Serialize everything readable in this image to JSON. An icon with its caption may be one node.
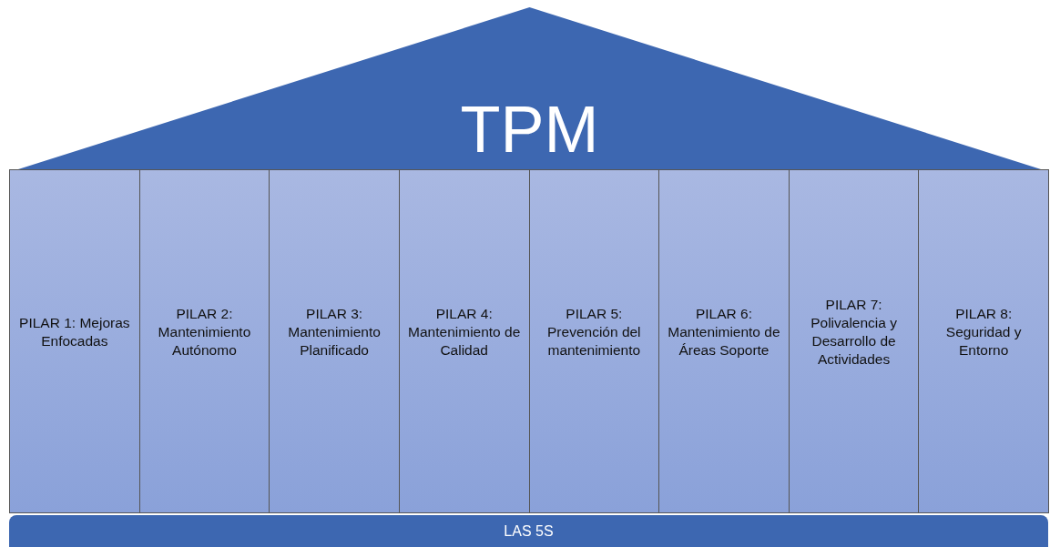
{
  "diagram": {
    "nodes": [
      {
        "text": [
          "TPM"
        ]
      },
      {
        "text": [
          "PILAR 1: Mejoras Enfocadas"
        ]
      },
      {
        "text": [
          "PILAR 2: Mantenimiento Autónomo"
        ]
      },
      {
        "text": [
          "PILAR 3: Mantenimiento Planificado"
        ]
      },
      {
        "text": [
          "PILAR 4: Mantenimiento de Calidad"
        ]
      },
      {
        "text": [
          "PILAR 5: Prevención del mantenimiento"
        ]
      },
      {
        "text": [
          "PILAR 6: Mantenimiento de Áreas Soporte"
        ]
      },
      {
        "text": [
          "PILAR 7: Polivalencia y Desarrollo de Actividades"
        ]
      },
      {
        "text": [
          "PILAR 8: Seguridad y Entorno"
        ]
      },
      {
        "text": [
          "LAS 5S"
        ]
      }
    ],
    "edges": []
  }
}
